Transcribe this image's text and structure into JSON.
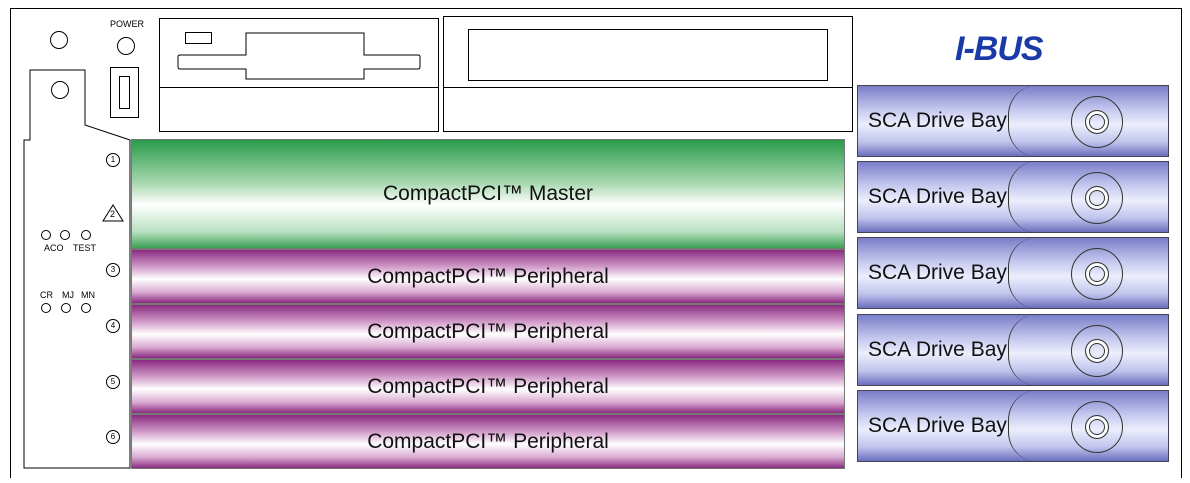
{
  "left_panel": {
    "power_label": "POWER",
    "alarm_labels_top": [
      "ACO",
      "TEST"
    ],
    "alarm_labels_bottom": [
      "CR",
      "MJ",
      "MN"
    ],
    "slot_numbers": [
      "1",
      "2",
      "3",
      "4",
      "5",
      "6"
    ]
  },
  "logo": {
    "text": "I-BUS",
    "color": "#1a3aa8"
  },
  "cards": [
    {
      "label": "CompactPCI™ Master",
      "kind": "master"
    },
    {
      "label": "CompactPCI™ Peripheral",
      "kind": "peripheral"
    },
    {
      "label": "CompactPCI™ Peripheral",
      "kind": "peripheral"
    },
    {
      "label": "CompactPCI™ Peripheral",
      "kind": "peripheral"
    },
    {
      "label": "CompactPCI™ Peripheral",
      "kind": "peripheral"
    }
  ],
  "drive_bays": [
    {
      "label": "SCA Drive Bay"
    },
    {
      "label": "SCA Drive Bay"
    },
    {
      "label": "SCA Drive Bay"
    },
    {
      "label": "SCA Drive Bay"
    },
    {
      "label": "SCA Drive Bay"
    }
  ],
  "colors": {
    "master": "#2a9a4a",
    "peripheral": "#8a2a80",
    "bay": "#7a7ec8"
  }
}
